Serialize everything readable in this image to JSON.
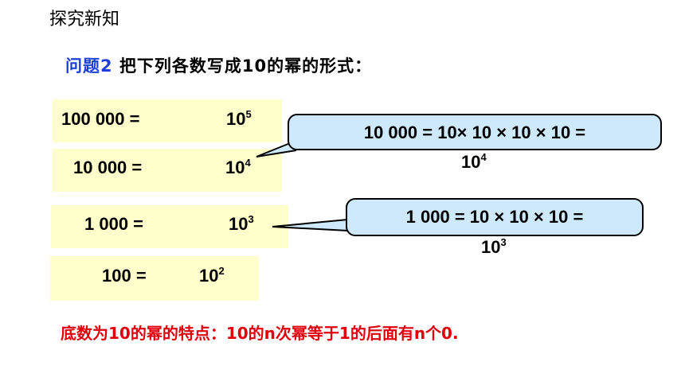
{
  "section_title": "探究新知",
  "question": {
    "label": "问题2",
    "text": "把下列各数写成10的幂的形式："
  },
  "rows": [
    {
      "number": "100 000 =",
      "base": "10",
      "exponent": "5"
    },
    {
      "number": "10 000 =",
      "base": "10",
      "exponent": "4"
    },
    {
      "number": "1 000 =",
      "base": "10",
      "exponent": "3"
    },
    {
      "number": "100 =",
      "base": "10",
      "exponent": "2"
    }
  ],
  "callouts": [
    {
      "expression": "10 000 = 10× 10 × 10 × 10  =",
      "result_base": "10",
      "result_exponent": "4"
    },
    {
      "expression": "1 000 = 10 × 10 × 10 =",
      "result_base": "10",
      "result_exponent": "3"
    }
  ],
  "footer": "底数为10的幂的特点：10的n次幂等于1的后面有n个0.",
  "colors": {
    "question_label": "#1f3fd6",
    "footer_text": "#e0000a",
    "row_background": "#ffffcc",
    "callout_background": "#cde9fb"
  }
}
